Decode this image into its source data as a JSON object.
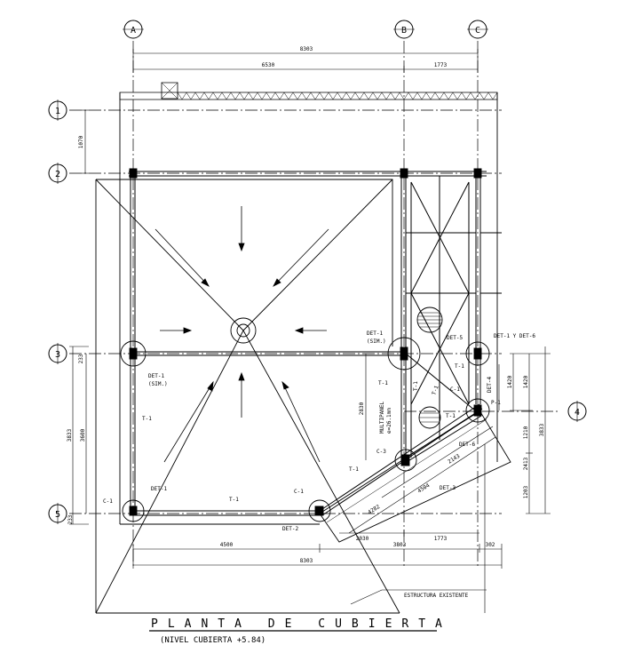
{
  "title": "PLANTA DE CUBIERTA",
  "subtitle": "(NIVEL CUBIERTA +5.84)",
  "grid_axes": {
    "columns": [
      "A",
      "B",
      "C"
    ],
    "rows": [
      "1",
      "2",
      "3",
      "4",
      "5"
    ]
  },
  "dimensions": {
    "top_total": "8303",
    "top_left": "6530",
    "top_right": "1773",
    "left_1_2": "1070",
    "left_3_5_outer": "3833",
    "left_3_5_inner": "3600",
    "left_233_top": "233",
    "left_233_bottom": "233",
    "bottom_left": "4500",
    "bottom_mid": "3803",
    "bottom_right": "302",
    "bottom_total": "8303",
    "bottom_2030": "2030",
    "bottom_1773": "1773",
    "right_1420_a": "1420",
    "right_1420_b": "1420",
    "right_1210": "1210",
    "right_2413": "2413",
    "right_3833": "3833",
    "right_1203": "1203",
    "mid_2830": "2830",
    "diag_2143": "2143",
    "diag_4504": "4504",
    "diag_4282": "4282"
  },
  "labels": {
    "det1_3": "DET-1",
    "det1_3_sim": "(SIM.)",
    "det1_b3": "DET-1",
    "det1_b3_sim": "(SIM.)",
    "det5": "DET-5",
    "det1_y_det6": "DET-1 Y DET-6",
    "det4": "DET-4",
    "det1_5": "DET-1",
    "det2": "DET-2",
    "det3": "DET-3",
    "det6": "DET-6",
    "t1_left": "T-1",
    "t1_bottom": "T-1",
    "t1_diag": "T-1",
    "t1_b_top": "T-1",
    "t1_b2": "T-1",
    "t1_b3": "T-1",
    "t1_b4": "T-1",
    "t1_mid": "T-1",
    "c1_a5": "C-1",
    "c1_mid": "C-1",
    "c3": "C-3",
    "c1_right": "C-1",
    "p1": "P-1",
    "multipanel": "MULTIPANEL",
    "multipanel_e": "e=26.1mm",
    "estructura": "ESTRUCTURA EXISTENTE"
  }
}
